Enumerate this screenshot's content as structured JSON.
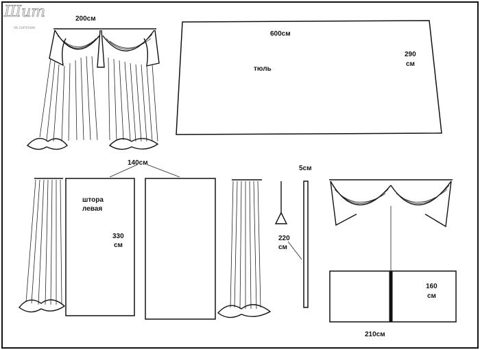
{
  "watermark": {
    "text": "Шит",
    "sub": "vk.com/sew"
  },
  "labels": {
    "curtain_width_top": "200см",
    "tulle_width": "600см",
    "tulle_height_value": "290",
    "tulle_height_unit": "см",
    "tulle_name": "тюль",
    "panel_width": "140см",
    "panel_name_line1": "штора",
    "panel_name_line2": "левая",
    "panel_height_value": "330",
    "panel_height_unit": "см",
    "tie_width": "5см",
    "tie_length_value": "220",
    "tie_length_unit": "см",
    "valance_height_value": "160",
    "valance_height_unit": "см",
    "valance_width": "210см"
  }
}
